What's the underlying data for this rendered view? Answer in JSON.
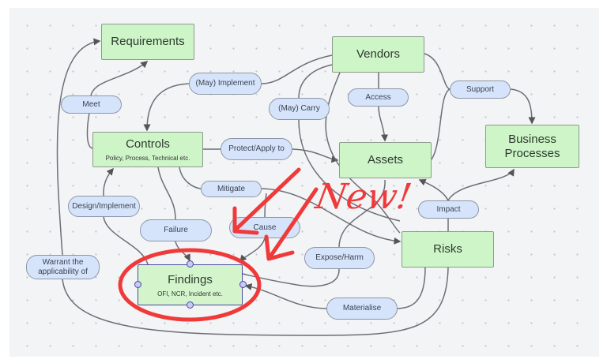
{
  "nodes": {
    "requirements": {
      "title": "Requirements"
    },
    "controls": {
      "title": "Controls",
      "subtitle": "Policy, Process, Technical etc."
    },
    "vendors": {
      "title": "Vendors"
    },
    "assets": {
      "title": "Assets"
    },
    "business_processes": {
      "title": "Business Processes"
    },
    "risks": {
      "title": "Risks"
    },
    "findings": {
      "title": "Findings",
      "subtitle": "OFI, NCR, Incident etc."
    }
  },
  "relations": {
    "meet": "Meet",
    "may_implement": "(May) Implement",
    "may_carry": "(May) Carry",
    "access": "Access",
    "support": "Support",
    "protect_apply": "Protect/Apply to",
    "mitigate": "Mitigate",
    "impact": "Impact",
    "design_implement": "Design/Implement",
    "failure": "Failure",
    "cause": "Cause",
    "expose_harm": "Expose/Harm",
    "warrant": "Warrant the applicability of",
    "materialise": "Materialise"
  },
  "annotation": {
    "text": "New!",
    "color": "#f03a3a"
  },
  "colors": {
    "entity": "#cdf5c8",
    "relation": "#d6e4fb",
    "selected_border": "#4a4aa0"
  }
}
